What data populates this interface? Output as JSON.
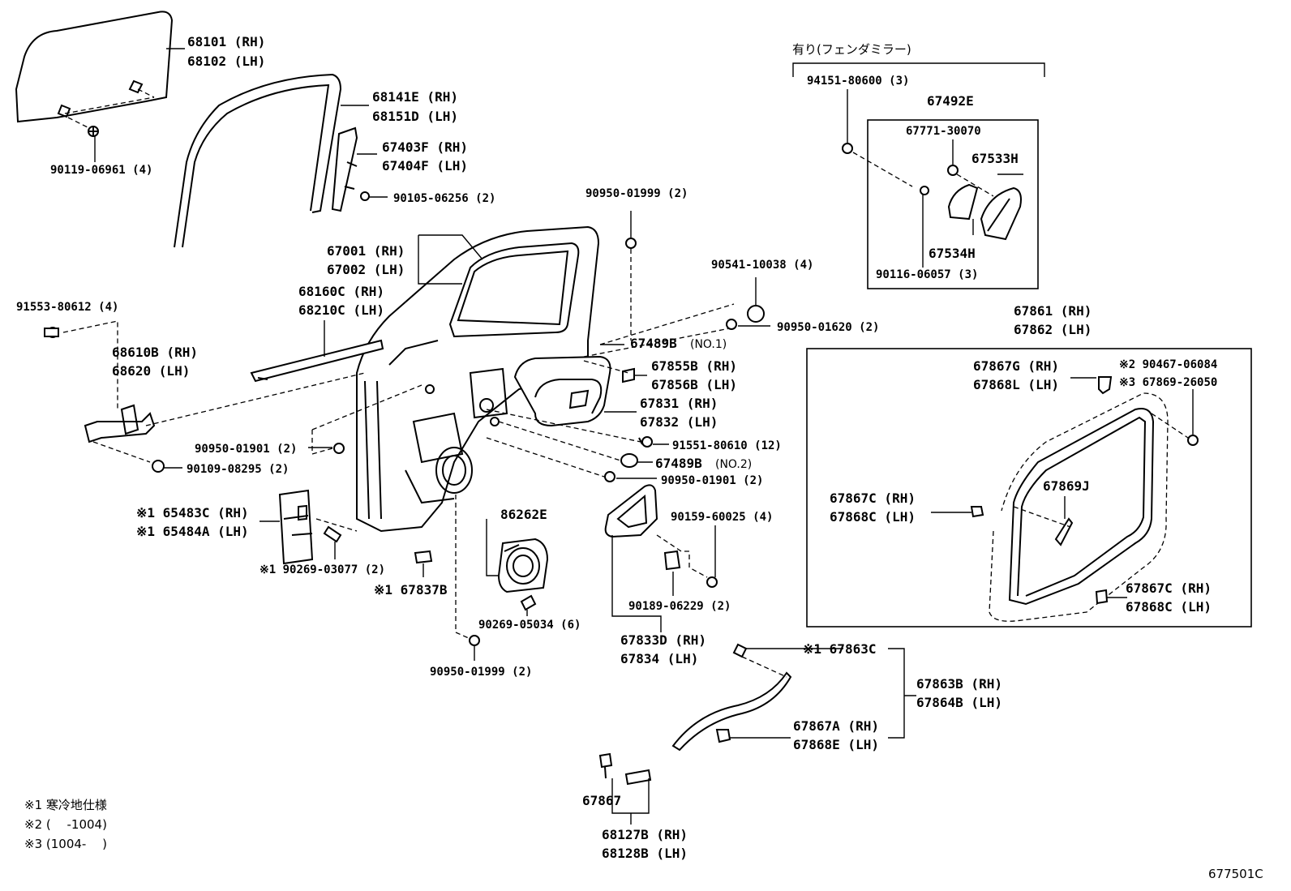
{
  "diagram": {
    "catalog_code": "677501C",
    "group_header": "有り(フェンダミラー)",
    "notes": [
      "※1 寒冷地仕様",
      "※2 (　 -1004)",
      "※3 (1004-　 )"
    ],
    "labels": {
      "p68101": "68101 (RH)",
      "p68102": "68102 (LH)",
      "p90119": "90119-06961 (4)",
      "p68141": "68141E (RH)",
      "p68151": "68151D (LH)",
      "p67403": "67403F (RH)",
      "p67404": "67404F (LH)",
      "p90105": "90105-06256 (2)",
      "p90950_top": "90950-01999 (2)",
      "p67001": "67001 (RH)",
      "p67002": "67002 (LH)",
      "p68160": "68160C (RH)",
      "p68210": "68210C (LH)",
      "p91553": "91553-80612 (4)",
      "p68610": "68610B (RH)",
      "p68620": "68620 (LH)",
      "p90541": "90541-10038 (4)",
      "p90950_01620": "90950-01620 (2)",
      "p67489_no1_num": "67489B",
      "p67489_no1_tag": "(NO.1)",
      "p67855": "67855B (RH)",
      "p67856": "67856B (LH)",
      "p67831": "67831 (RH)",
      "p67832": "67832 (LH)",
      "p91551": "91551-80610 (12)",
      "p67489_no2_num": "67489B",
      "p67489_no2_tag": "(NO.2)",
      "p90950_01901_left": "90950-01901 (2)",
      "p90109": "90109-08295 (2)",
      "p90950_01901_right": "90950-01901 (2)",
      "p65483": "※1 65483C (RH)",
      "p65484": "※1 65484A (LH)",
      "p90269_03077": "※1 90269-03077 (2)",
      "p67837": "※1 67837B",
      "p86262": "86262E",
      "p90159": "90159-60025 (4)",
      "p90189": "90189-06229 (2)",
      "p90269_05034": "90269-05034 (6)",
      "p67833": "67833D (RH)",
      "p67834": "67834 (LH)",
      "p90950_bottom": "90950-01999 (2)",
      "p94151": "94151-80600 (3)",
      "p67492": "67492E",
      "p67771": "67771-30070",
      "p67533": "67533H",
      "p67534": "67534H",
      "p90116": "90116-06057 (3)",
      "p67861": "67861 (RH)",
      "p67862": "67862 (LH)",
      "p67867g": "67867G (RH)",
      "p67868l": "67868L (LH)",
      "p90467": "※2 90467-06084",
      "p67869_26050": "※3 67869-26050",
      "p67867c_a": "67867C (RH)",
      "p67868c_a": "67868C (LH)",
      "p67869j": "67869J",
      "p67867c_b": "67867C (RH)",
      "p67868c_b": "67868C (LH)",
      "p67863c": "※1 67863C",
      "p67863b": "67863B (RH)",
      "p67864b": "67864B (LH)",
      "p67867a": "67867A (RH)",
      "p67868e": "67868E (LH)",
      "p67867": "67867",
      "p68127": "68127B (RH)",
      "p68128": "68128B (LH)"
    }
  }
}
